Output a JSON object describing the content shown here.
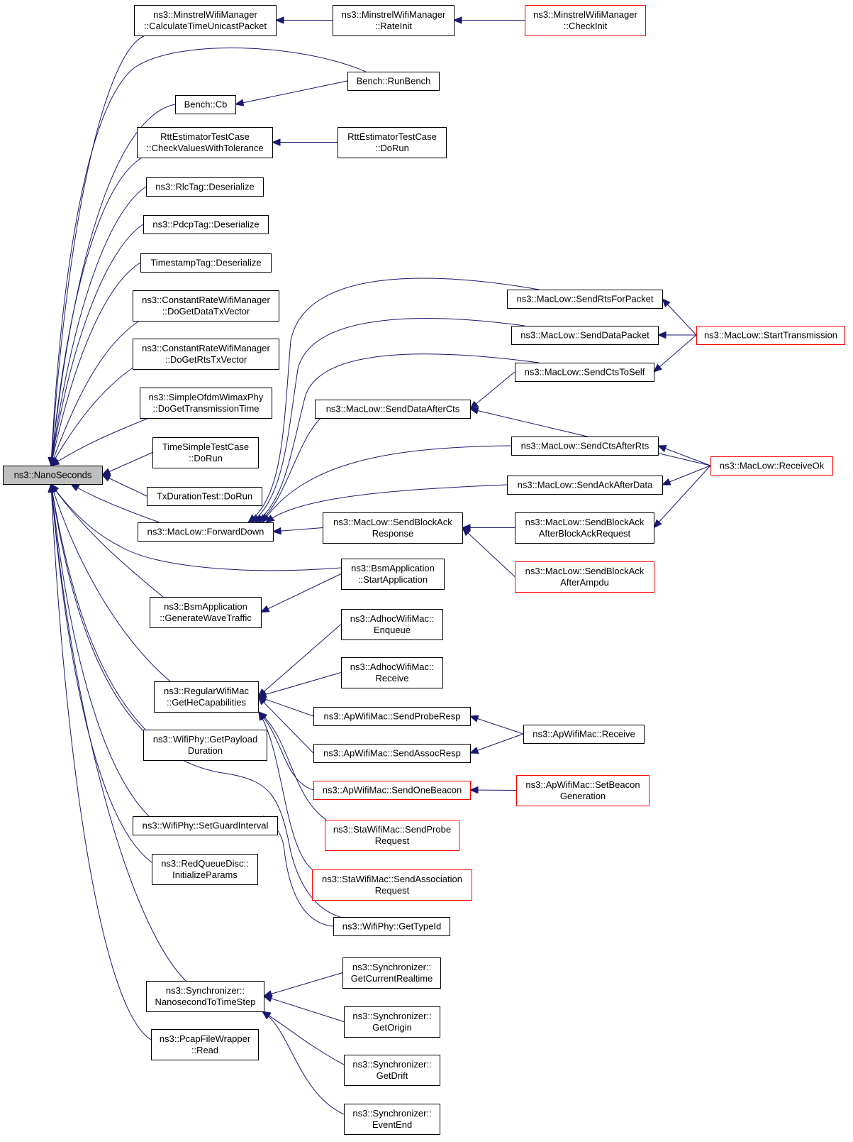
{
  "graph": {
    "nodes": [
      {
        "id": "nano",
        "lines": [
          "ns3::NanoSeconds"
        ],
        "focus": true
      },
      {
        "id": "mctu",
        "lines": [
          "ns3::MinstrelWifiManager",
          "::CalculateTimeUnicastPacket"
        ]
      },
      {
        "id": "mri",
        "lines": [
          "ns3::MinstrelWifiManager",
          "::RateInit"
        ]
      },
      {
        "id": "mci",
        "lines": [
          "ns3::MinstrelWifiManager",
          "::CheckInit"
        ],
        "truncated": true
      },
      {
        "id": "brb",
        "lines": [
          "Bench::RunBench"
        ]
      },
      {
        "id": "bcb",
        "lines": [
          "Bench::Cb"
        ]
      },
      {
        "id": "rcv",
        "lines": [
          "RttEstimatorTestCase",
          "::CheckValuesWithTolerance"
        ]
      },
      {
        "id": "rdr",
        "lines": [
          "RttEstimatorTestCase",
          "::DoRun"
        ]
      },
      {
        "id": "rlc",
        "lines": [
          "ns3::RlcTag::Deserialize"
        ]
      },
      {
        "id": "pdcp",
        "lines": [
          "ns3::PdcpTag::Deserialize"
        ]
      },
      {
        "id": "tsd",
        "lines": [
          "TimestampTag::Deserialize"
        ]
      },
      {
        "id": "crd",
        "lines": [
          "ns3::ConstantRateWifiManager",
          "::DoGetDataTxVector"
        ]
      },
      {
        "id": "crr",
        "lines": [
          "ns3::ConstantRateWifiManager",
          "::DoGetRtsTxVector"
        ]
      },
      {
        "id": "sow",
        "lines": [
          "ns3::SimpleOfdmWimaxPhy",
          "::DoGetTransmissionTime"
        ]
      },
      {
        "id": "tst",
        "lines": [
          "TimeSimpleTestCase",
          "::DoRun"
        ]
      },
      {
        "id": "txd",
        "lines": [
          "TxDurationTest::DoRun"
        ]
      },
      {
        "id": "mfd",
        "lines": [
          "ns3::MacLow::ForwardDown"
        ]
      },
      {
        "id": "srp",
        "lines": [
          "ns3::MacLow::SendRtsForPacket"
        ]
      },
      {
        "id": "sdp",
        "lines": [
          "ns3::MacLow::SendDataPacket"
        ]
      },
      {
        "id": "stt",
        "lines": [
          "ns3::MacLow::StartTransmission"
        ],
        "truncated": true
      },
      {
        "id": "scs",
        "lines": [
          "ns3::MacLow::SendCtsToSelf"
        ]
      },
      {
        "id": "sdac",
        "lines": [
          "ns3::MacLow::SendDataAfterCts"
        ]
      },
      {
        "id": "scar",
        "lines": [
          "ns3::MacLow::SendCtsAfterRts"
        ]
      },
      {
        "id": "rok",
        "lines": [
          "ns3::MacLow::ReceiveOk"
        ],
        "truncated": true
      },
      {
        "id": "saad",
        "lines": [
          "ns3::MacLow::SendAckAfterData"
        ]
      },
      {
        "id": "sbar",
        "lines": [
          "ns3::MacLow::SendBlockAck",
          "Response"
        ]
      },
      {
        "id": "sbabr",
        "lines": [
          "ns3::MacLow::SendBlockAck",
          "AfterBlockAckRequest"
        ]
      },
      {
        "id": "sbaam",
        "lines": [
          "ns3::MacLow::SendBlockAck",
          "AfterAmpdu"
        ],
        "truncated": true
      },
      {
        "id": "bsa",
        "lines": [
          "ns3::BsmApplication",
          "::StartApplication"
        ]
      },
      {
        "id": "bgw",
        "lines": [
          "ns3::BsmApplication",
          "::GenerateWaveTraffic"
        ]
      },
      {
        "id": "awe",
        "lines": [
          "ns3::AdhocWifiMac::",
          "Enqueue"
        ]
      },
      {
        "id": "awr",
        "lines": [
          "ns3::AdhocWifiMac::",
          "Receive"
        ]
      },
      {
        "id": "rgh",
        "lines": [
          "ns3::RegularWifiMac",
          "::GetHeCapabilities"
        ]
      },
      {
        "id": "apr",
        "lines": [
          "ns3::ApWifiMac::SendProbeResp"
        ]
      },
      {
        "id": "aprcv",
        "lines": [
          "ns3::ApWifiMac::Receive"
        ]
      },
      {
        "id": "wgp",
        "lines": [
          "ns3::WifiPhy::GetPayload",
          "Duration"
        ]
      },
      {
        "id": "aar",
        "lines": [
          "ns3::ApWifiMac::SendAssocResp"
        ]
      },
      {
        "id": "aob",
        "lines": [
          "ns3::ApWifiMac::SendOneBeacon"
        ],
        "truncated": true
      },
      {
        "id": "asb",
        "lines": [
          "ns3::ApWifiMac::SetBeacon",
          "Generation"
        ],
        "truncated": true
      },
      {
        "id": "wsg",
        "lines": [
          "ns3::WifiPhy::SetGuardInterval"
        ]
      },
      {
        "id": "ssp",
        "lines": [
          "ns3::StaWifiMac::SendProbe",
          "Request"
        ],
        "truncated": true
      },
      {
        "id": "rqd",
        "lines": [
          "ns3::RedQueueDisc::",
          "InitializeParams"
        ]
      },
      {
        "id": "ssa",
        "lines": [
          "ns3::StaWifiMac::SendAssociation",
          "Request"
        ],
        "truncated": true
      },
      {
        "id": "wgt",
        "lines": [
          "ns3::WifiPhy::GetTypeId"
        ]
      },
      {
        "id": "sgc",
        "lines": [
          "ns3::Synchronizer::",
          "GetCurrentRealtime"
        ]
      },
      {
        "id": "snt",
        "lines": [
          "ns3::Synchronizer::",
          "NanosecondToTimeStep"
        ]
      },
      {
        "id": "sgo",
        "lines": [
          "ns3::Synchronizer::",
          "GetOrigin"
        ]
      },
      {
        "id": "pfr",
        "lines": [
          "ns3::PcapFileWrapper",
          "::Read"
        ]
      },
      {
        "id": "sgd",
        "lines": [
          "ns3::Synchronizer::",
          "GetDrift"
        ]
      },
      {
        "id": "see",
        "lines": [
          "ns3::Synchronizer::",
          "EventEnd"
        ]
      }
    ],
    "edges": [
      {
        "from": "mctu",
        "to": "nano"
      },
      {
        "from": "mri",
        "to": "mctu"
      },
      {
        "from": "mci",
        "to": "mri"
      },
      {
        "from": "brb",
        "to": "nano"
      },
      {
        "from": "bcb",
        "to": "nano"
      },
      {
        "from": "brb",
        "to": "bcb"
      },
      {
        "from": "rcv",
        "to": "nano"
      },
      {
        "from": "rdr",
        "to": "rcv"
      },
      {
        "from": "rlc",
        "to": "nano"
      },
      {
        "from": "pdcp",
        "to": "nano"
      },
      {
        "from": "tsd",
        "to": "nano"
      },
      {
        "from": "crd",
        "to": "nano"
      },
      {
        "from": "crr",
        "to": "nano"
      },
      {
        "from": "sow",
        "to": "nano"
      },
      {
        "from": "tst",
        "to": "nano"
      },
      {
        "from": "txd",
        "to": "nano"
      },
      {
        "from": "mfd",
        "to": "nano"
      },
      {
        "from": "srp",
        "to": "mfd"
      },
      {
        "from": "sdp",
        "to": "mfd"
      },
      {
        "from": "scs",
        "to": "mfd"
      },
      {
        "from": "sdac",
        "to": "mfd"
      },
      {
        "from": "scar",
        "to": "mfd"
      },
      {
        "from": "saad",
        "to": "mfd"
      },
      {
        "from": "sbar",
        "to": "mfd"
      },
      {
        "from": "stt",
        "to": "srp"
      },
      {
        "from": "stt",
        "to": "sdp"
      },
      {
        "from": "stt",
        "to": "scs"
      },
      {
        "from": "scs",
        "to": "sdac"
      },
      {
        "from": "rok",
        "to": "sdac"
      },
      {
        "from": "rok",
        "to": "scar"
      },
      {
        "from": "rok",
        "to": "saad"
      },
      {
        "from": "rok",
        "to": "sbabr"
      },
      {
        "from": "sbabr",
        "to": "sbar"
      },
      {
        "from": "sbaam",
        "to": "sbar"
      },
      {
        "from": "bsa",
        "to": "nano"
      },
      {
        "from": "bgw",
        "to": "nano"
      },
      {
        "from": "bsa",
        "to": "bgw"
      },
      {
        "from": "rgh",
        "to": "nano"
      },
      {
        "from": "awe",
        "to": "rgh"
      },
      {
        "from": "awr",
        "to": "rgh"
      },
      {
        "from": "apr",
        "to": "rgh"
      },
      {
        "from": "aar",
        "to": "rgh"
      },
      {
        "from": "aob",
        "to": "rgh"
      },
      {
        "from": "ssp",
        "to": "rgh"
      },
      {
        "from": "ssa",
        "to": "rgh"
      },
      {
        "from": "aprcv",
        "to": "apr"
      },
      {
        "from": "aprcv",
        "to": "aar"
      },
      {
        "from": "asb",
        "to": "aob"
      },
      {
        "from": "wgp",
        "to": "nano"
      },
      {
        "from": "wsg",
        "to": "nano"
      },
      {
        "from": "wgt",
        "to": "nano"
      },
      {
        "from": "wgt",
        "to": "wsg"
      },
      {
        "from": "rqd",
        "to": "nano"
      },
      {
        "from": "snt",
        "to": "nano"
      },
      {
        "from": "sgc",
        "to": "snt"
      },
      {
        "from": "sgo",
        "to": "snt"
      },
      {
        "from": "sgd",
        "to": "snt"
      },
      {
        "from": "see",
        "to": "snt"
      },
      {
        "from": "pfr",
        "to": "nano"
      }
    ],
    "colors": {
      "edge": "#191970",
      "node_border": "#000000",
      "truncated_border": "#ff0000",
      "focus_fill": "#bfbfbf"
    }
  }
}
